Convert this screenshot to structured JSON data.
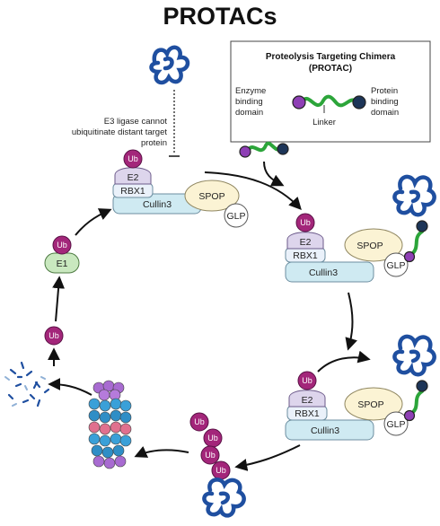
{
  "title": "PROTACs",
  "legend": {
    "title_line1": "Proteolysis Targeting Chimera",
    "title_line2": "(PROTAC)",
    "enzyme_line1": "Enzyme",
    "enzyme_line2": "binding",
    "enzyme_line3": "domain",
    "protein_line1": "Protein",
    "protein_line2": "binding",
    "protein_line3": "domain",
    "linker": "Linker"
  },
  "note": {
    "line1": "E3 ligase cannot",
    "line2": "ubiquitinate distant target",
    "line3": "protein"
  },
  "labels": {
    "ub": "Ub",
    "e1": "E1",
    "e2": "E2",
    "rbx1": "RBX1",
    "cullin3": "Cullin3",
    "spop": "SPOP",
    "glp": "GLP"
  },
  "colors": {
    "ub": "#a3267a",
    "e1": "#c9e8bf",
    "e2": "#ddd5ec",
    "rbx1": "#eaf1fa",
    "cullin": "#cfeaf2",
    "spop": "#fbf3d4",
    "protein": "#1f4fa0",
    "linker": "#2ca53a",
    "enzyme_domain": "#8e3fb5",
    "protein_domain": "#1d3558"
  }
}
